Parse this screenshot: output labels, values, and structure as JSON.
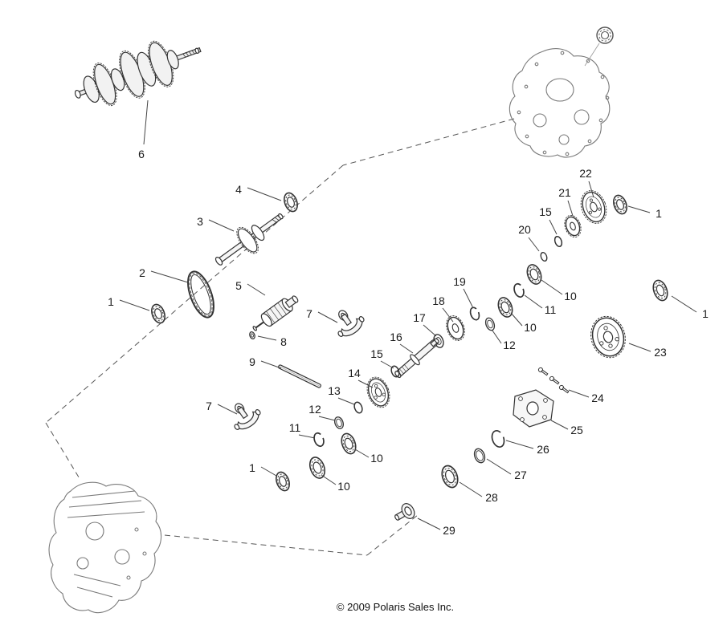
{
  "diagram": {
    "type": "exploded-parts-diagram",
    "subject": "transmission gearcase assembly",
    "colors": {
      "ink": "#333333",
      "light_ink": "#7a7a7a",
      "dash": "#555555",
      "label": "#1a1a1a",
      "background": "#ffffff"
    }
  },
  "footer": {
    "copyright": "© 2009 Polaris Sales Inc."
  },
  "callouts": [
    {
      "label": "6"
    },
    {
      "label": "4"
    },
    {
      "label": "3"
    },
    {
      "label": "2"
    },
    {
      "label": "1"
    },
    {
      "label": "5"
    },
    {
      "label": "7"
    },
    {
      "label": "8"
    },
    {
      "label": "9"
    },
    {
      "label": "19"
    },
    {
      "label": "18"
    },
    {
      "label": "17"
    },
    {
      "label": "16"
    },
    {
      "label": "15"
    },
    {
      "label": "14"
    },
    {
      "label": "13"
    },
    {
      "label": "12"
    },
    {
      "label": "11"
    },
    {
      "label": "10"
    },
    {
      "label": "1"
    },
    {
      "label": "10"
    },
    {
      "label": "7"
    },
    {
      "label": "22"
    },
    {
      "label": "21"
    },
    {
      "label": "15"
    },
    {
      "label": "20"
    },
    {
      "label": "1"
    },
    {
      "label": "10"
    },
    {
      "label": "11"
    },
    {
      "label": "10"
    },
    {
      "label": "12"
    },
    {
      "label": "1"
    },
    {
      "label": "23"
    },
    {
      "label": "24"
    },
    {
      "label": "25"
    },
    {
      "label": "26"
    },
    {
      "label": "27"
    },
    {
      "label": "28"
    },
    {
      "label": "29"
    }
  ]
}
